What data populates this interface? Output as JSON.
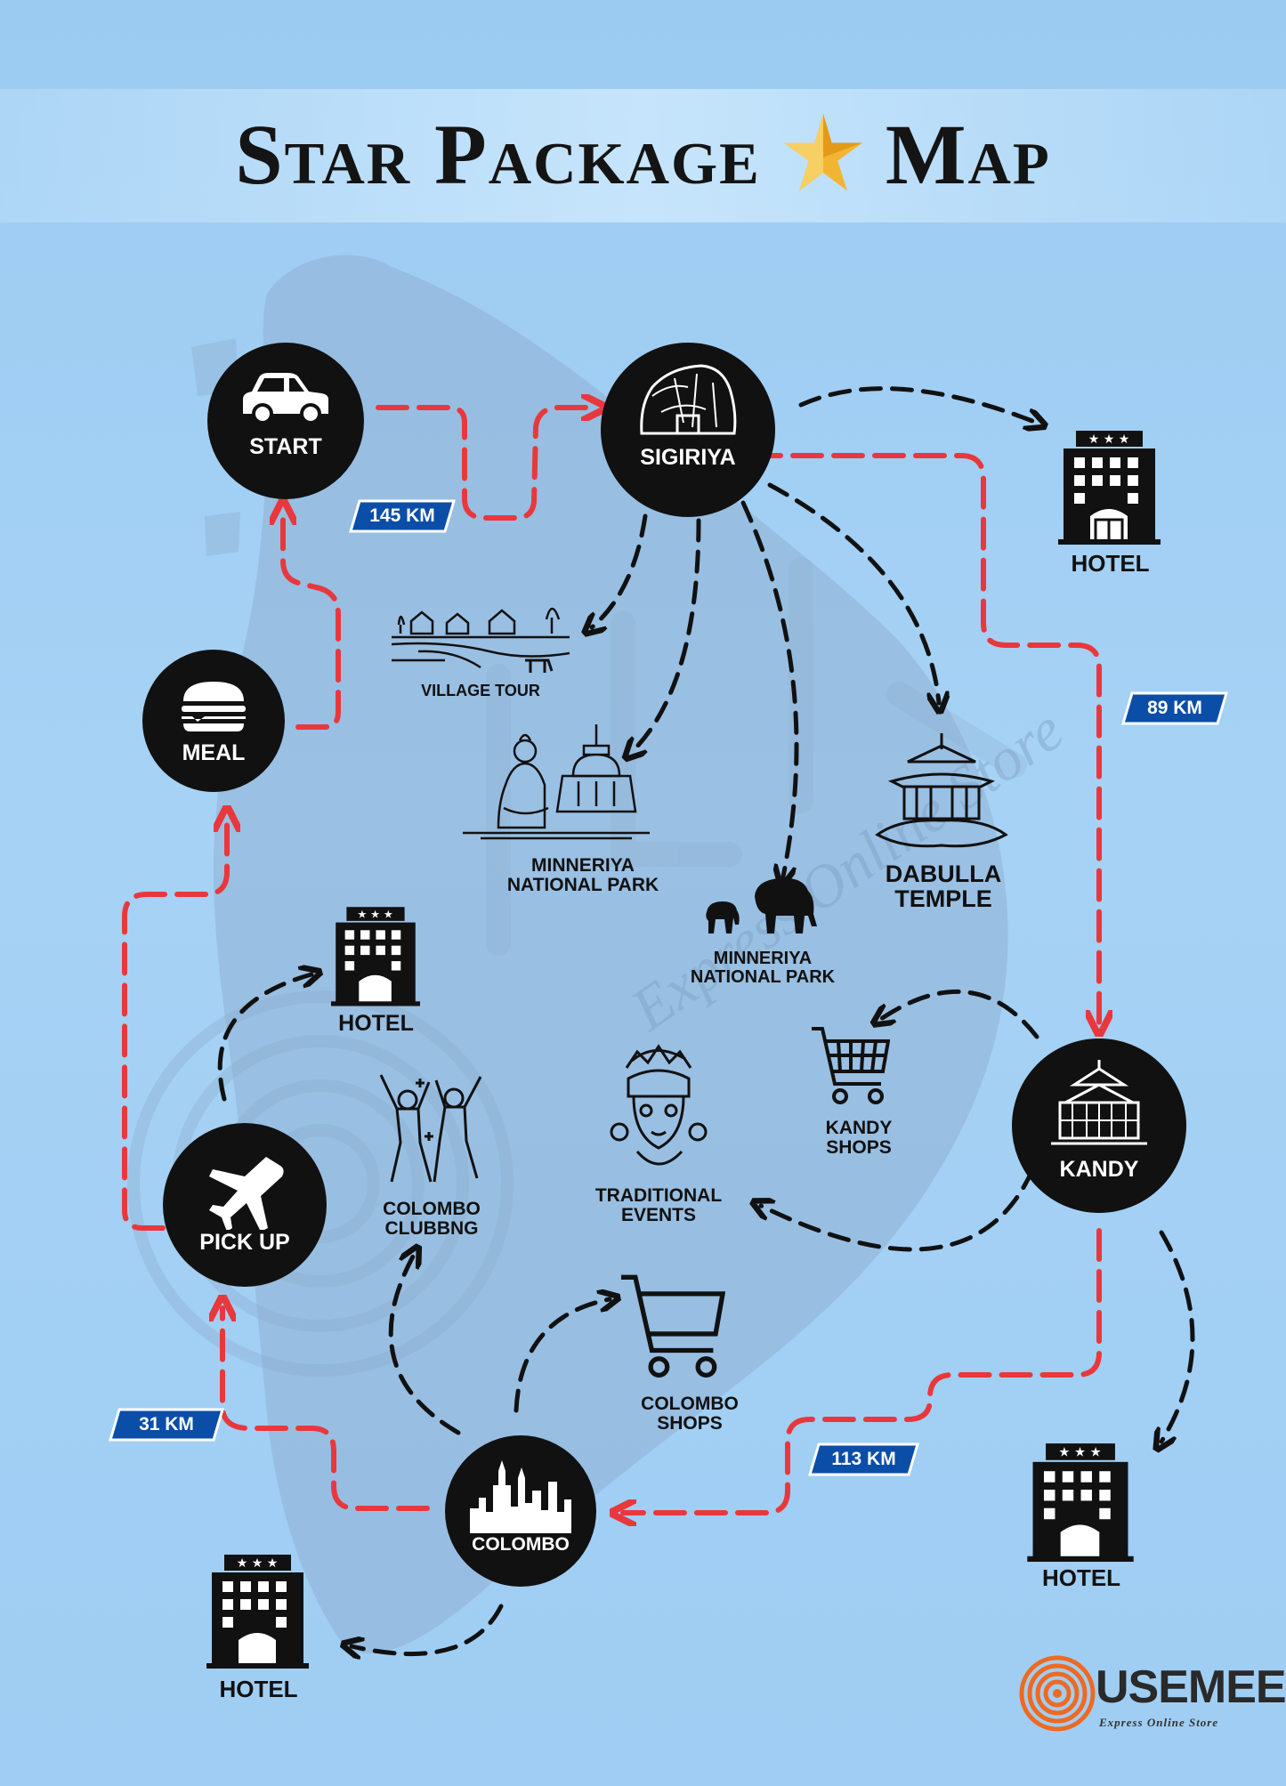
{
  "title": {
    "left": "Star Package",
    "right": "Map",
    "star_icon": "star-icon"
  },
  "colors": {
    "route": "#e8383d",
    "path": "#111111",
    "node": "#111111",
    "badge": "#0b4ea8",
    "background": "#a3d0f4"
  },
  "nodes": {
    "start": {
      "label": "START",
      "icon": "car-icon"
    },
    "sigiriya": {
      "label": "SIGIRIYA",
      "icon": "rock-fortress-icon"
    },
    "meal": {
      "label": "MEAL",
      "icon": "burger-icon"
    },
    "kandy": {
      "label": "KANDY",
      "icon": "temple-icon"
    },
    "pickup": {
      "label": "PICK UP",
      "icon": "airplane-icon"
    },
    "colombo": {
      "label": "COLOMBO",
      "icon": "skyline-icon"
    }
  },
  "distances": {
    "start_sigiriya": "145 KM",
    "sigiriya_kandy": "89 KM",
    "kandy_colombo": "113 KM",
    "colombo_pickup": "31 KM"
  },
  "places": {
    "village": "VILLAGE TOUR",
    "minneriya_a": [
      "MINNERIYA",
      "NATIONAL PARK"
    ],
    "minneriya_b": [
      "MINNERIYA",
      "NATIONAL PARK"
    ],
    "dabulla": [
      "DABULLA",
      "TEMPLE"
    ],
    "kandy_shops": [
      "KANDY",
      "SHOPS"
    ],
    "traditional": [
      "TRADITIONAL",
      "EVENTS"
    ],
    "clubbing": [
      "COLOMBO",
      "CLUBBNG"
    ],
    "colombo_shops": [
      "COLOMBO",
      "SHOPS"
    ]
  },
  "hotel_label": "HOTEL",
  "brand": {
    "name": "USEMEE",
    "tagline": "Express Online Store",
    "watermark": "Express Online Store"
  }
}
